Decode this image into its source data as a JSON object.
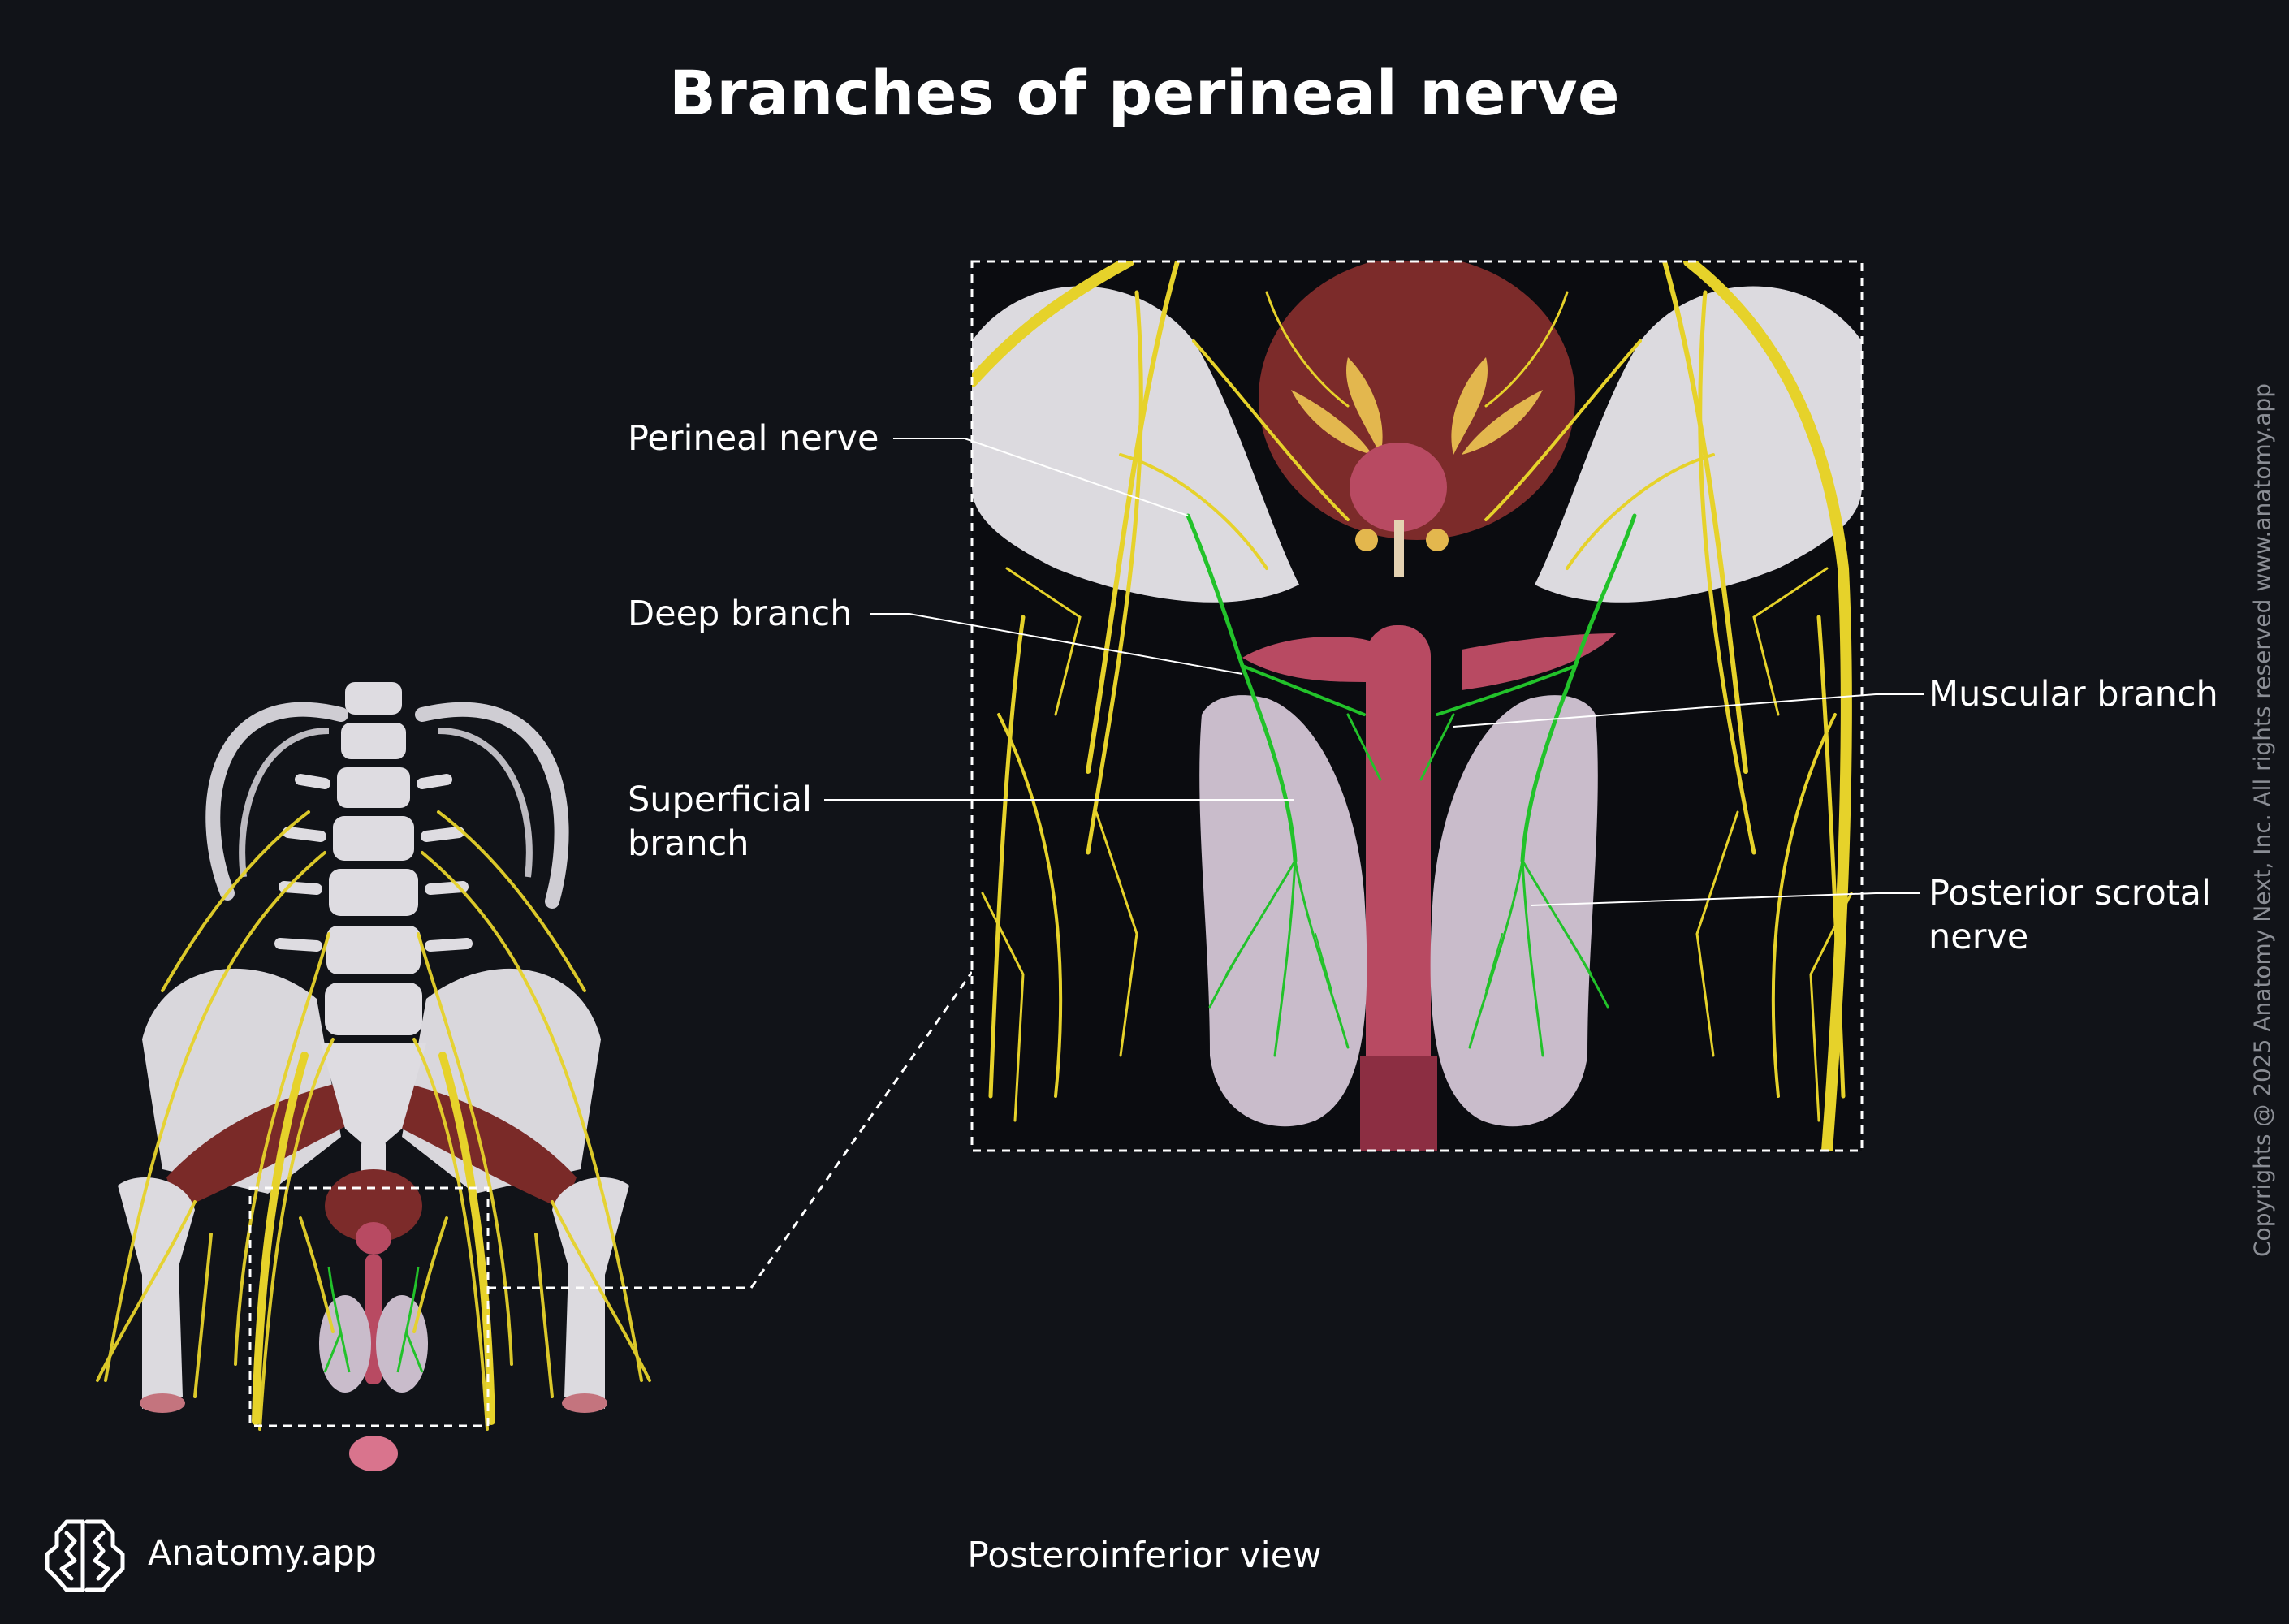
{
  "title": "Branches of perineal nerve",
  "labels": {
    "perineal_nerve": "Perineal nerve",
    "deep_branch": "Deep branch",
    "superficial_branch_line1": "Superficial",
    "superficial_branch_line2": "branch",
    "muscular_branch": "Muscular branch",
    "posterior_scrotal_line1": "Posterior scrotal",
    "posterior_scrotal_line2": "nerve"
  },
  "caption": "Posteroinferior view",
  "brand": {
    "name": "Anatomy.app",
    "icon": "brain-icon"
  },
  "copyright": "Copyrights @ 2025 Anatomy Next, Inc. All rights reserved www.anatomy.app",
  "colors": {
    "background": "#111318",
    "nerve": "#e6d22a",
    "highlighted_nerve": "#22c22a",
    "bone": "#d9d7dc",
    "muscle": "#7a2a28",
    "organ": "#b84a62",
    "scrotum": "#c9bccb"
  }
}
